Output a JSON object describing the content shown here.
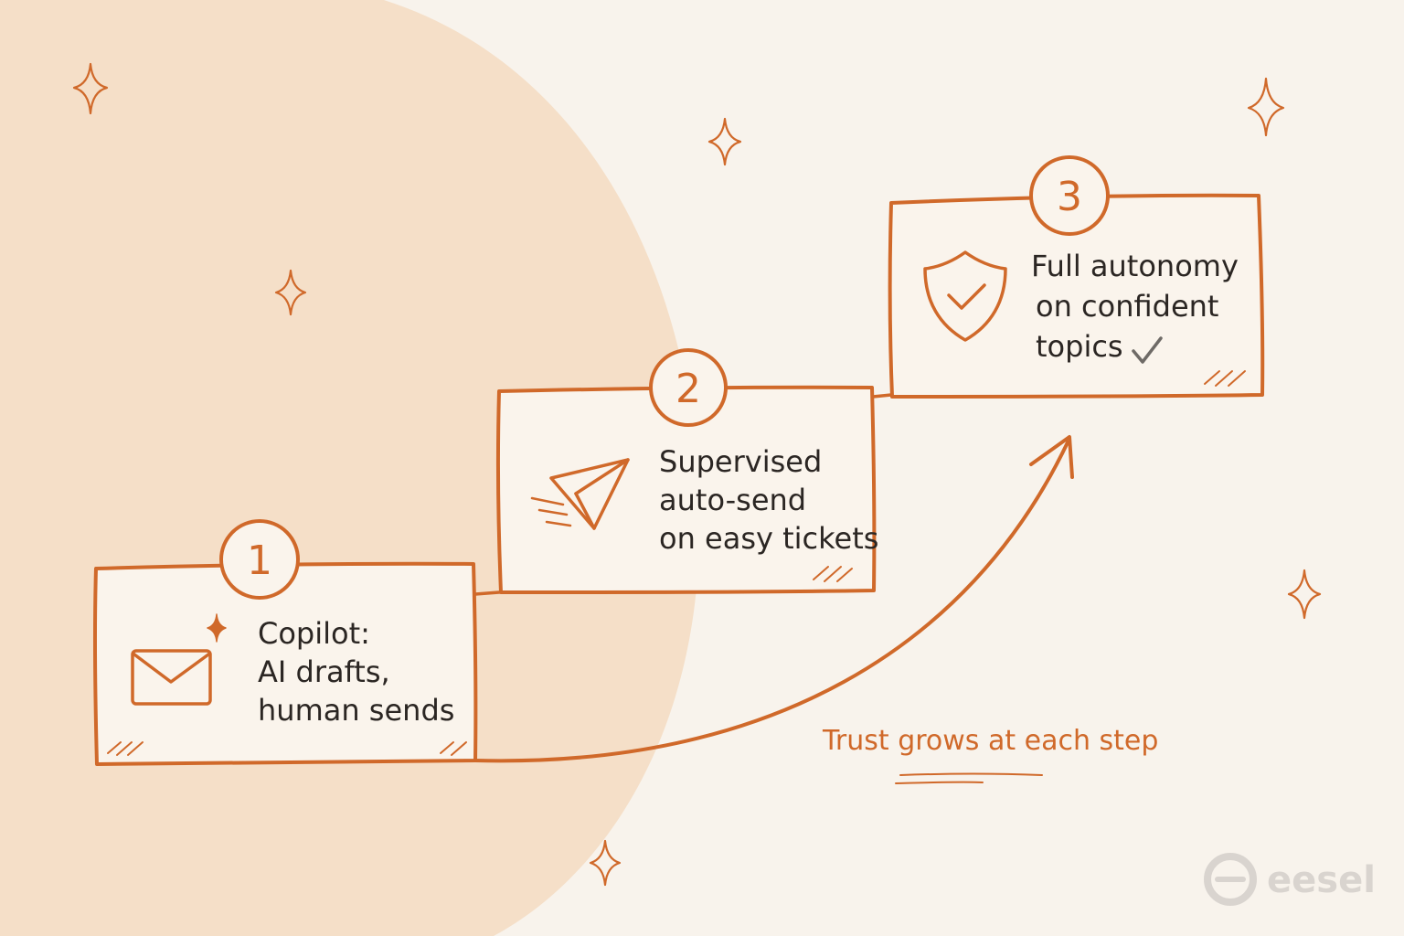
{
  "colors": {
    "background": "#f8f3ec",
    "blob": "#f5dfc8",
    "accent": "#d0692a",
    "card_fill": "#faf4ec",
    "text": "#2b2623",
    "check_gray": "#6e6a66",
    "logo_gray": "#d9d4cf"
  },
  "steps": [
    {
      "number": "1",
      "icon": "envelope-sparkle-icon",
      "lines": [
        "Copilot:",
        "AI drafts,",
        "human sends"
      ]
    },
    {
      "number": "2",
      "icon": "paper-plane-icon",
      "lines": [
        "Supervised",
        "auto-send",
        "on easy tickets"
      ]
    },
    {
      "number": "3",
      "icon": "shield-check-icon",
      "lines": [
        "Full autonomy",
        "on confident",
        "topics"
      ]
    }
  ],
  "trust_label": "Trust grows at each step",
  "logo": {
    "text": "eesel"
  }
}
